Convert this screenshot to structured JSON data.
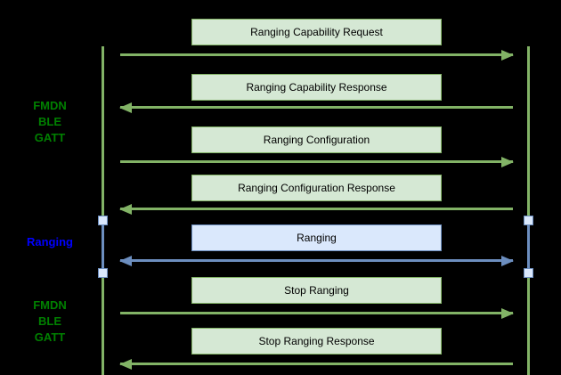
{
  "diagram": {
    "type": "sequence-diagram",
    "background": "#000000"
  },
  "side_labels": [
    {
      "text": "FMDN\nBLE\nGATT",
      "color": "#008000"
    },
    {
      "text": "Ranging",
      "color": "#0000ff"
    },
    {
      "text": "FMDN\nBLE\nGATT",
      "color": "#008000"
    }
  ],
  "messages": [
    {
      "label": "Ranging Capability Request",
      "direction": "right",
      "style": "green"
    },
    {
      "label": "Ranging Capability Response",
      "direction": "left",
      "style": "green"
    },
    {
      "label": "Ranging Configuration",
      "direction": "right",
      "style": "green"
    },
    {
      "label": "Ranging Configuration Response",
      "direction": "left",
      "style": "green"
    },
    {
      "label": "Ranging",
      "direction": "both",
      "style": "blue"
    },
    {
      "label": "Stop Ranging",
      "direction": "right",
      "style": "green"
    },
    {
      "label": "Stop Ranging Response",
      "direction": "left",
      "style": "green"
    }
  ],
  "colors": {
    "green_fill": "#d5e8d4",
    "green_stroke": "#82b366",
    "blue_fill": "#dae8fc",
    "blue_stroke": "#6c8ebf",
    "label_green": "#008000",
    "label_blue": "#0000ff",
    "box_text": "#000000",
    "background": "#000000"
  }
}
